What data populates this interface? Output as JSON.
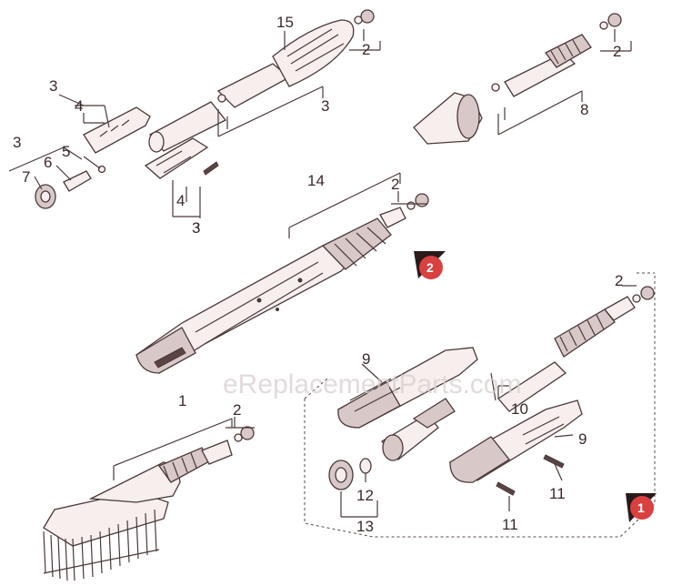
{
  "watermark": "eReplacementParts.com",
  "badges": [
    {
      "number": "2",
      "color": "#d94040"
    },
    {
      "number": "1",
      "color": "#d94040"
    }
  ],
  "callouts": {
    "c15": "15",
    "c2a": "2",
    "c3a": "3",
    "c2b": "2",
    "c8": "8",
    "c3b": "3",
    "c4a": "4",
    "c3c": "3",
    "c5": "5",
    "c6": "6",
    "c7": "7",
    "c4b": "4",
    "c3d": "3",
    "c14": "14",
    "c2c": "2",
    "c2d": "2",
    "c9a": "9",
    "c10": "10",
    "c9b": "9",
    "c1": "1",
    "c2e": "2",
    "c11a": "11",
    "c12": "12",
    "c13": "13",
    "c11b": "11"
  }
}
